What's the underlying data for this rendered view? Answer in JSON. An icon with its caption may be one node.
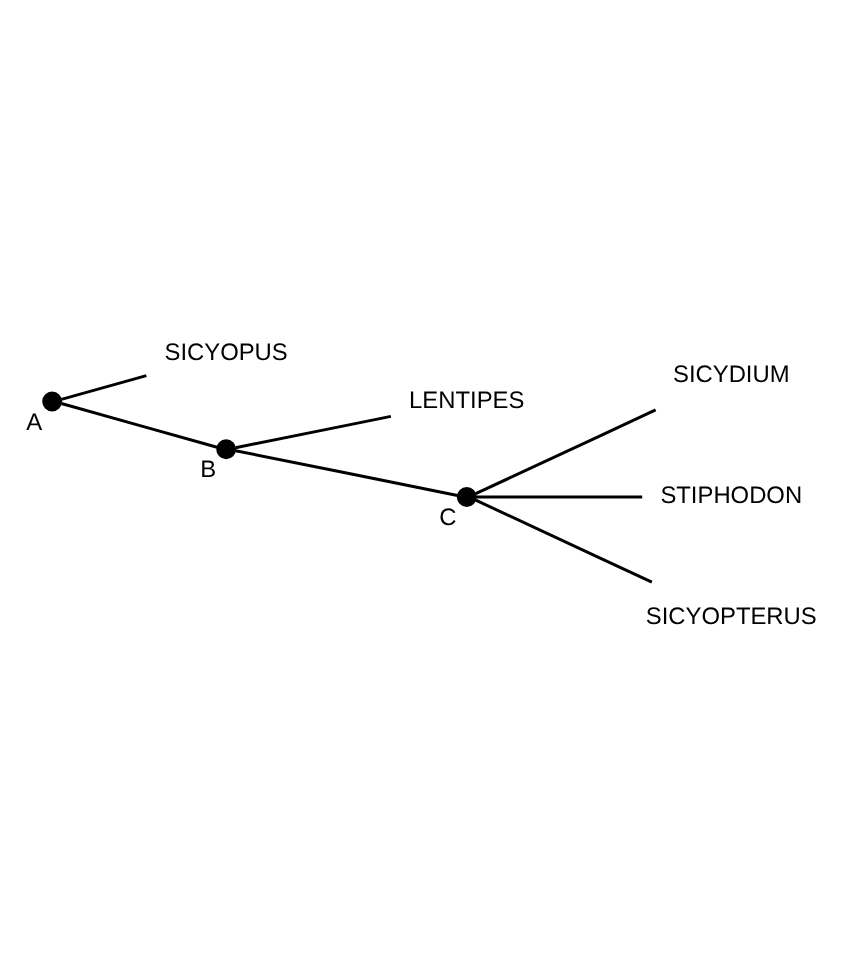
{
  "diagram": {
    "nodes": [
      {
        "text": [],
        "shape": "circle",
        "beside": [
          "A"
        ]
      },
      {
        "text": [
          "SICYOPUS"
        ]
      },
      {
        "text": [],
        "shape": "circle",
        "beside": [
          "B"
        ]
      },
      {
        "text": [
          "LENTIPES"
        ]
      },
      {
        "text": [],
        "shape": "circle",
        "beside": [
          "C"
        ]
      },
      {
        "text": [
          "SICYDIUM"
        ]
      },
      {
        "text": [
          "STIPHODON"
        ]
      },
      {
        "text": [
          "SICYOPTERUS"
        ]
      }
    ],
    "edges": [
      {
        "from": 0,
        "to": 1,
        "arrow": "none"
      },
      {
        "from": 0,
        "to": 2,
        "arrow": "none"
      },
      {
        "from": 2,
        "to": 3,
        "arrow": "none"
      },
      {
        "from": 2,
        "to": 4,
        "arrow": "none"
      },
      {
        "from": 4,
        "to": 5,
        "arrow": "none"
      },
      {
        "from": 4,
        "to": 6,
        "arrow": "none"
      },
      {
        "from": 4,
        "to": 7,
        "arrow": "none"
      }
    ]
  }
}
